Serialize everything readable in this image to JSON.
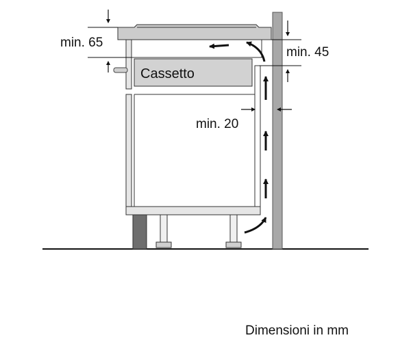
{
  "labels": {
    "min65": "min. 65",
    "min45": "min. 45",
    "min20": "min. 20",
    "drawer": "Cassetto",
    "units": "Dimensioni in mm"
  },
  "colors": {
    "line": "#111111",
    "wall": "#a8a8a8",
    "drawer_fill": "#d2d2d2",
    "hob_fill": "#cccccc",
    "plinth": "#6e6e6e",
    "arrow": "#111111"
  }
}
